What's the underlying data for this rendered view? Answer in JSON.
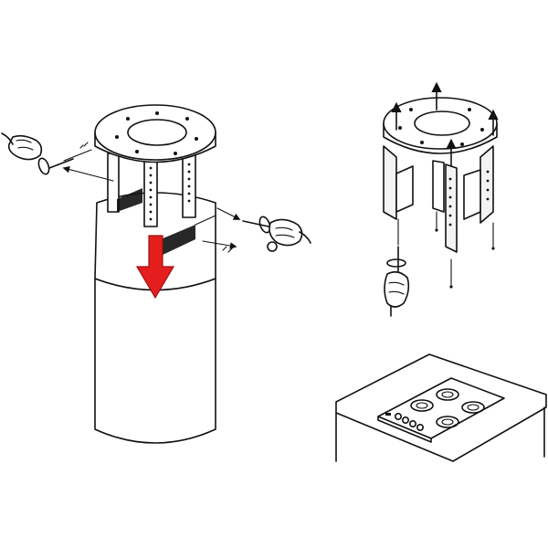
{
  "figure": {
    "panels": [
      {
        "id": "hood-sleeve-lowering",
        "icons": [
          "hand-screwdriver-icon",
          "screw-icon",
          "down-arrow-icon"
        ]
      },
      {
        "id": "frame-screw-removal",
        "icons": [
          "hand-screwdriver-icon",
          "screw-icon",
          "up-arrow-icon"
        ]
      },
      {
        "id": "cooktop-reference",
        "icons": [
          "burner-icon",
          "knob-icon"
        ]
      }
    ],
    "colors": {
      "line": "#111111",
      "arrow_fill": "#e41e1e",
      "arrow_stroke": "#a30d0d",
      "background": "#ffffff"
    }
  }
}
